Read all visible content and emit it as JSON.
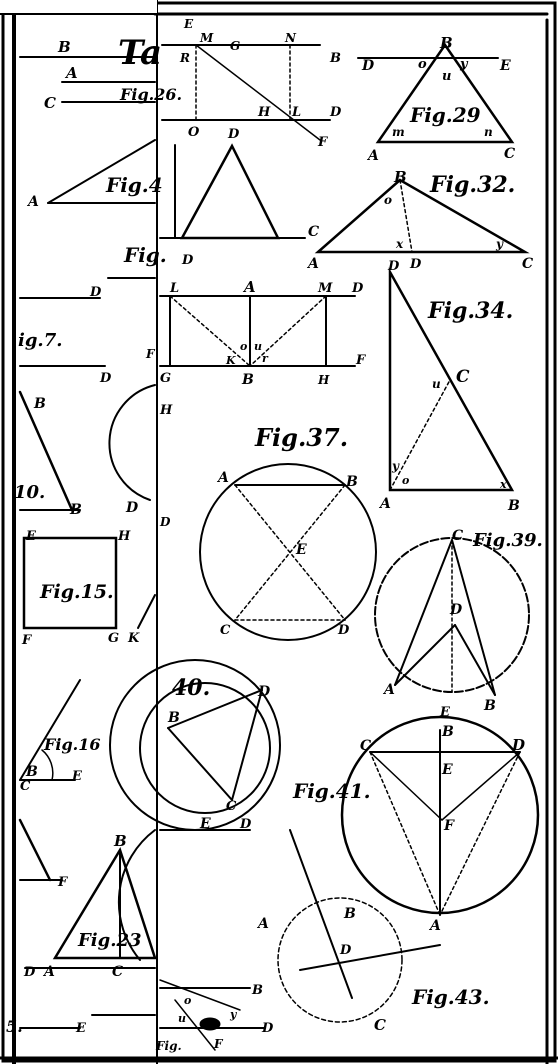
{
  "plate": {
    "title_fragment": "Ta",
    "figure_captions": {
      "fig26": "Fig.26.",
      "fig29": "Fig.29",
      "fig32": "Fig.32.",
      "fig34": "Fig.34.",
      "fig37": "Fig.37.",
      "fig39": "Fig.39.",
      "fig40": "40.",
      "fig41": "Fig.41.",
      "fig43": "Fig.43.",
      "fig15": "Fig.15.",
      "fig10": "10.",
      "fig7": "ig.7.",
      "fig23": "Fig.23",
      "figleft": "Fig.",
      "fig16": "Fig.16",
      "fig4": "Fig.4",
      "fig5": "5.",
      "figbottom": "Fig."
    },
    "point_labels": {
      "p1": "B",
      "p2": "A",
      "p3": "C",
      "p4": "E",
      "p5": "M",
      "p6": "G",
      "p7": "N",
      "p8": "B",
      "p9": "R",
      "p10": "H",
      "p11": "L",
      "p12": "D",
      "p13": "O",
      "p14": "F",
      "p15": "D",
      "p16": "B",
      "p17": "D",
      "p18": "o",
      "p19": "y",
      "p20": "E",
      "p21": "u",
      "p22": "m",
      "p23": "n",
      "p24": "A",
      "p25": "C",
      "p26": "A",
      "p27": "D",
      "p28": "C",
      "p29": "D",
      "p30": "B",
      "p31": "o",
      "p32": "x",
      "p33": "y",
      "p34": "A",
      "p35": "D",
      "p36": "C",
      "p37": "D",
      "p38": "L",
      "p39": "A",
      "p40": "M",
      "p41": "D",
      "p42": "F",
      "p43": "G",
      "p44": "B",
      "p45": "H",
      "p46": "F",
      "p47": "K",
      "p48": "o",
      "p49": "u",
      "p50": "r",
      "p51": "D",
      "p52": "u",
      "p53": "C",
      "p54": "y",
      "p55": "o",
      "p56": "x",
      "p57": "A",
      "p58": "B",
      "p59": "B",
      "p60": "D",
      "p61": "H",
      "p62": "D",
      "p63": "E",
      "p64": "A",
      "p65": "B",
      "p66": "E",
      "p67": "C",
      "p68": "D",
      "p69": "C",
      "p70": "D",
      "p71": "A",
      "p72": "B",
      "p73": "E",
      "p74": "E",
      "p75": "H",
      "p76": "F",
      "p77": "G",
      "p78": "K",
      "p79": "D",
      "p80": "B",
      "p81": "C",
      "p82": "C",
      "p83": "D",
      "p84": "B",
      "p85": "E",
      "p86": "F",
      "p87": "E",
      "p88": "D",
      "p89": "A",
      "p90": "B",
      "p91": "D",
      "p92": "C",
      "p93": "A",
      "p94": "B",
      "p95": "C",
      "p96": "E",
      "p97": "F",
      "p98": "B",
      "p99": "E",
      "p100": "C",
      "p101": "B",
      "p102": "A",
      "p103": "C",
      "p104": "D",
      "p105": "B",
      "p106": "D",
      "p107": "o",
      "p108": "u",
      "p109": "y",
      "p110": "F",
      "p111": "D",
      "p112": "E",
      "p113": "E"
    }
  }
}
